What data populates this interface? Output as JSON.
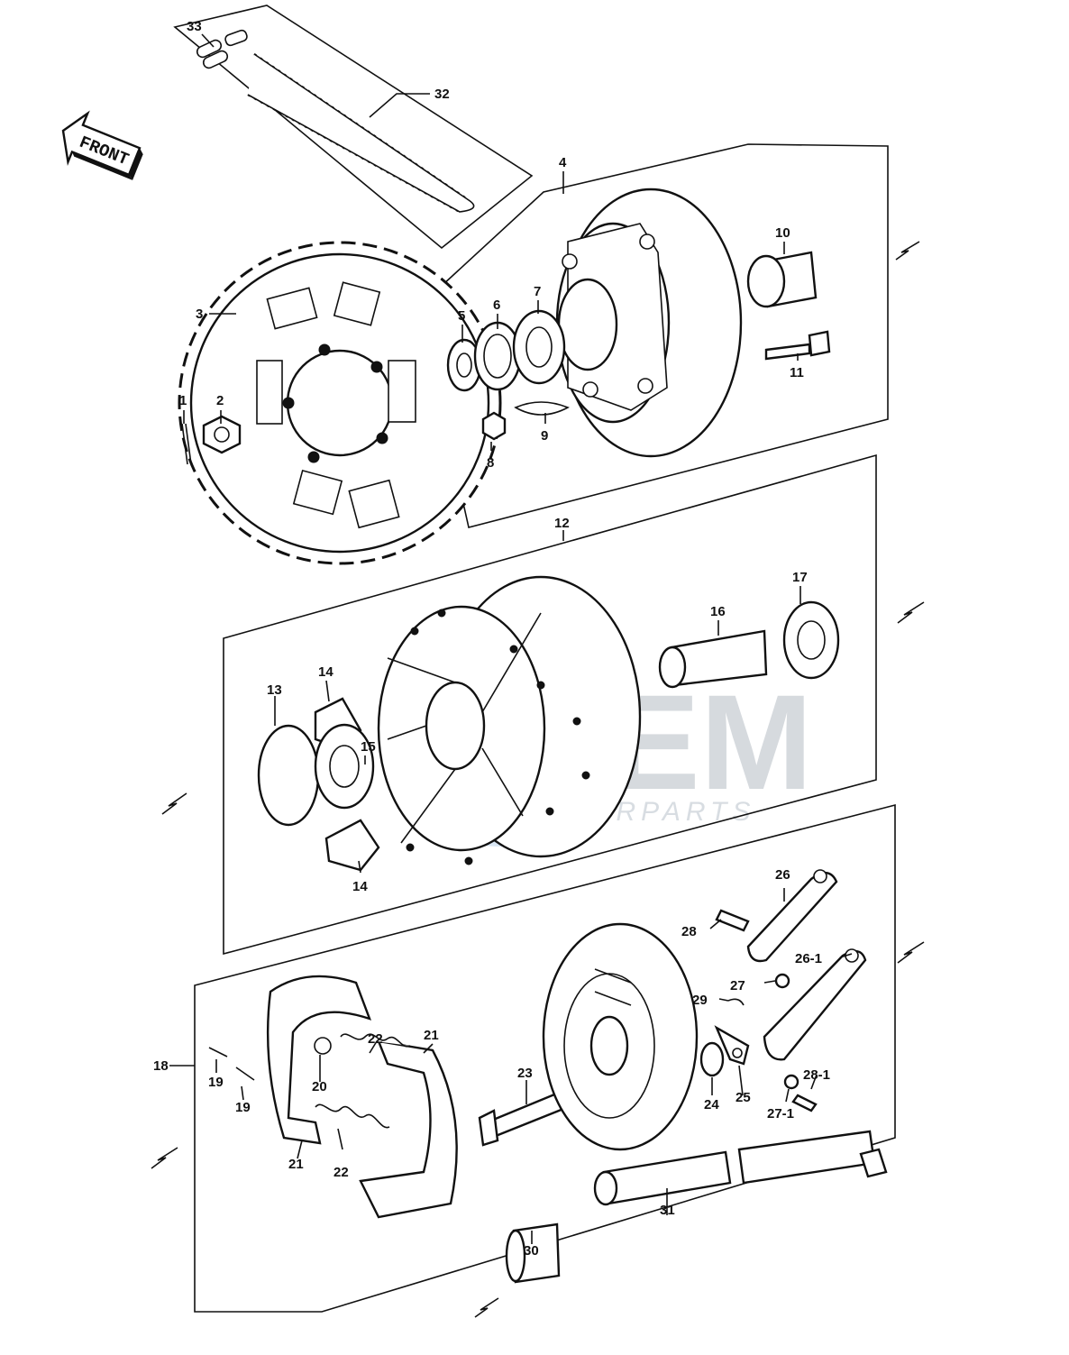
{
  "front_label": "FRONT",
  "watermark": {
    "brand": "OEM",
    "sub": "MOTORPARTS",
    "color": "#8fb6db"
  },
  "callouts": {
    "c1": "1",
    "c2": "2",
    "c3": "3",
    "c4": "4",
    "c5": "5",
    "c6": "6",
    "c7": "7",
    "c8": "8",
    "c9": "9",
    "c10": "10",
    "c11": "11",
    "c12": "12",
    "c13": "13",
    "c14a": "14",
    "c14b": "14",
    "c15": "15",
    "c16": "16",
    "c17": "17",
    "c18": "18",
    "c19a": "19",
    "c19b": "19",
    "c20": "20",
    "c21a": "21",
    "c21b": "21",
    "c22a": "22",
    "c22b": "22",
    "c23": "23",
    "c24": "24",
    "c25": "25",
    "c26": "26",
    "c26_1": "26-1",
    "c27": "27",
    "c27_1": "27-1",
    "c28": "28",
    "c28_1": "28-1",
    "c29": "29",
    "c30": "30",
    "c31": "31",
    "c32": "32",
    "c33": "33"
  }
}
